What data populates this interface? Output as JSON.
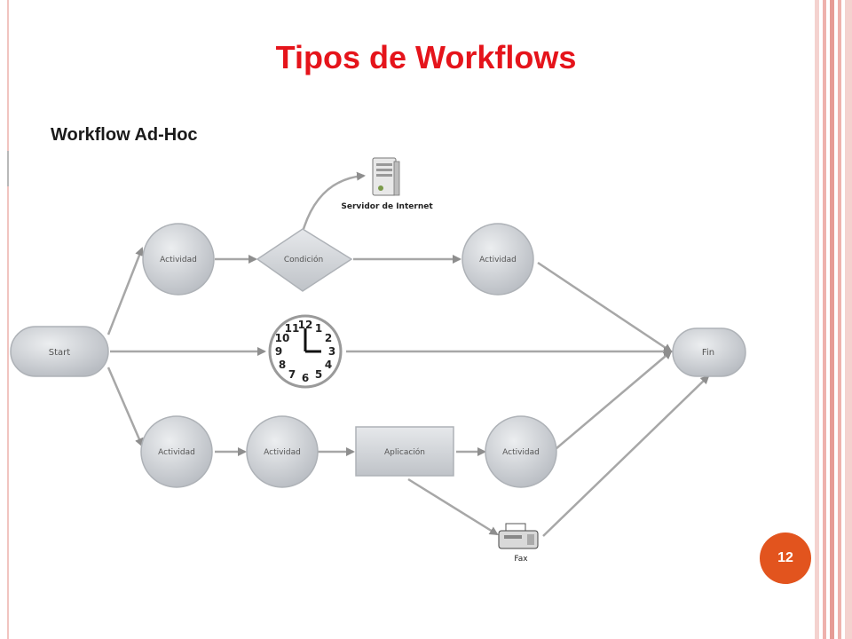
{
  "slide": {
    "title": "Tipos de Workflows",
    "subtitle": "Workflow Ad-Hoc",
    "page_number": "12"
  },
  "diagram": {
    "nodes": {
      "start": "Start",
      "activity_top_1": "Actividad",
      "condition": "Condición",
      "activity_top_2": "Actividad",
      "internet_server": "Servidor de Internet",
      "end": "Fin",
      "activity_bottom_1": "Actividad",
      "activity_bottom_2": "Actividad",
      "application": "Aplicación",
      "activity_bottom_3": "Actividad",
      "fax": "Fax"
    },
    "clock_numbers": [
      "12",
      "1",
      "2",
      "3",
      "4",
      "5",
      "6",
      "7",
      "8",
      "9",
      "10",
      "11"
    ]
  },
  "colors": {
    "title": "#e5141b",
    "badge": "#e2541e",
    "node_fill": "#cfd2d6",
    "edge": "#a7a7a7"
  }
}
